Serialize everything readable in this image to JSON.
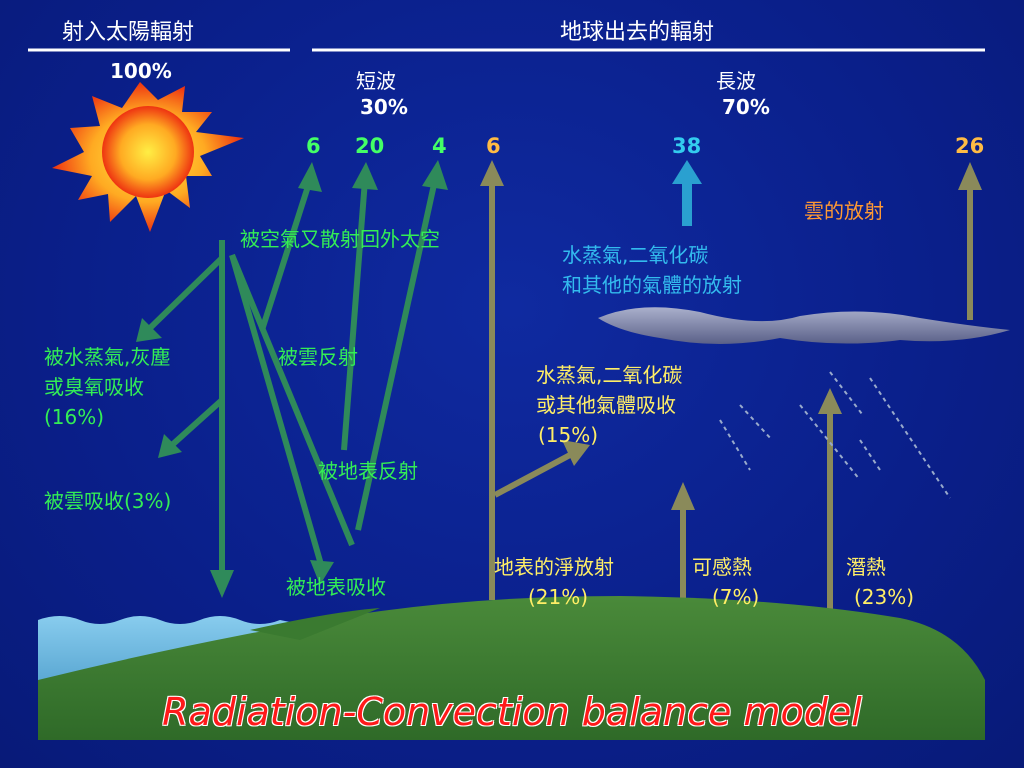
{
  "headers": {
    "incoming": "射入太陽輻射",
    "outgoing": "地球出去的輻射"
  },
  "incoming_percent": "100%",
  "shortwave": {
    "label": "短波",
    "percent": "30%"
  },
  "longwave": {
    "label": "長波",
    "percent": "70%"
  },
  "values": {
    "v1": "6",
    "v2": "20",
    "v3": "4",
    "v4": "6",
    "v5": "38",
    "v6": "26"
  },
  "labels": {
    "scattered": "被空氣又散射回外太空",
    "absorbed_water_1": "被水蒸氣,灰塵",
    "absorbed_water_2": "或臭氧吸收",
    "absorbed_water_pct": "(16%)",
    "cloud_reflect": "被雲反射",
    "cloud_absorb": "被雲吸收(3%)",
    "surface_reflect": "被地表反射",
    "surface_absorb": "被地表吸收",
    "cloud_radiation": "雲的放射",
    "vapor_radiation_1": "水蒸氣,二氧化碳",
    "vapor_radiation_2": "和其他的氣體的放射",
    "vapor_absorb_1": "水蒸氣,二氧化碳",
    "vapor_absorb_2": "或其他氣體吸收",
    "vapor_absorb_pct": "(15%)",
    "net_radiation": "地表的淨放射",
    "net_radiation_pct": "(21%)",
    "sensible_heat": "可感熱",
    "sensible_heat_pct": "(7%)",
    "latent_heat": "潛熱",
    "latent_heat_pct": "(23%)"
  },
  "caption": "Radiation-Convection balance model",
  "colors": {
    "background": "#0a1f8a",
    "green_arrows": "#2f8a5a",
    "khaki_arrows": "#8a8a5a",
    "cyan_arrow": "#2aa0d0",
    "caption": "#ff1a1a"
  }
}
